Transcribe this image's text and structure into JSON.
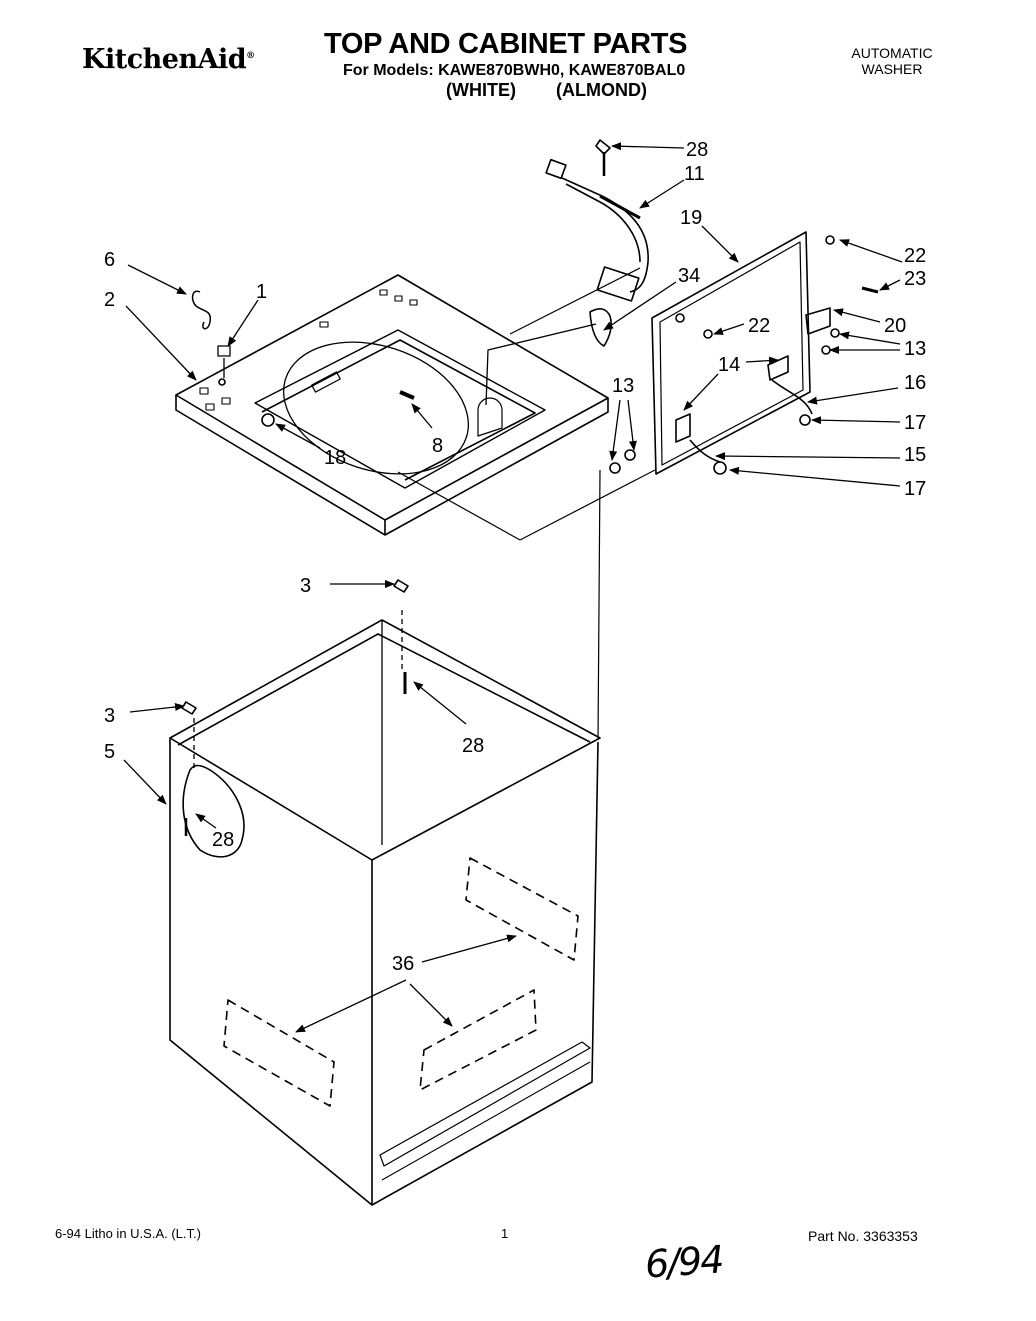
{
  "header": {
    "brand": "KitchenAid",
    "brand_mark": "®",
    "title": "TOP AND CABINET PARTS",
    "models": "For Models: KAWE870BWH0, KAWE870BAL0",
    "variants": [
      "(WHITE)",
      "(ALMOND)"
    ],
    "appliance_type_line1": "AUTOMATIC",
    "appliance_type_line2": "WASHER"
  },
  "callouts": {
    "c28a": "28",
    "c11": "11",
    "c19": "19",
    "c22a": "22",
    "c23": "23",
    "c6": "6",
    "c1": "1",
    "c2": "2",
    "c34": "34",
    "c22b": "22",
    "c20": "20",
    "c13a": "13",
    "c14": "14",
    "c16": "16",
    "c13b": "13",
    "c17a": "17",
    "c15": "15",
    "c17b": "17",
    "c18": "18",
    "c8": "8",
    "c3a": "3",
    "c3b": "3",
    "c28b": "28",
    "c5": "5",
    "c28c": "28",
    "c36": "36"
  },
  "footer": {
    "date_print": "6-94 Litho in U.S.A. (L.T.)",
    "page_number": "1",
    "part_number": "Part No. 3363353",
    "handwritten_note": "6/94"
  }
}
